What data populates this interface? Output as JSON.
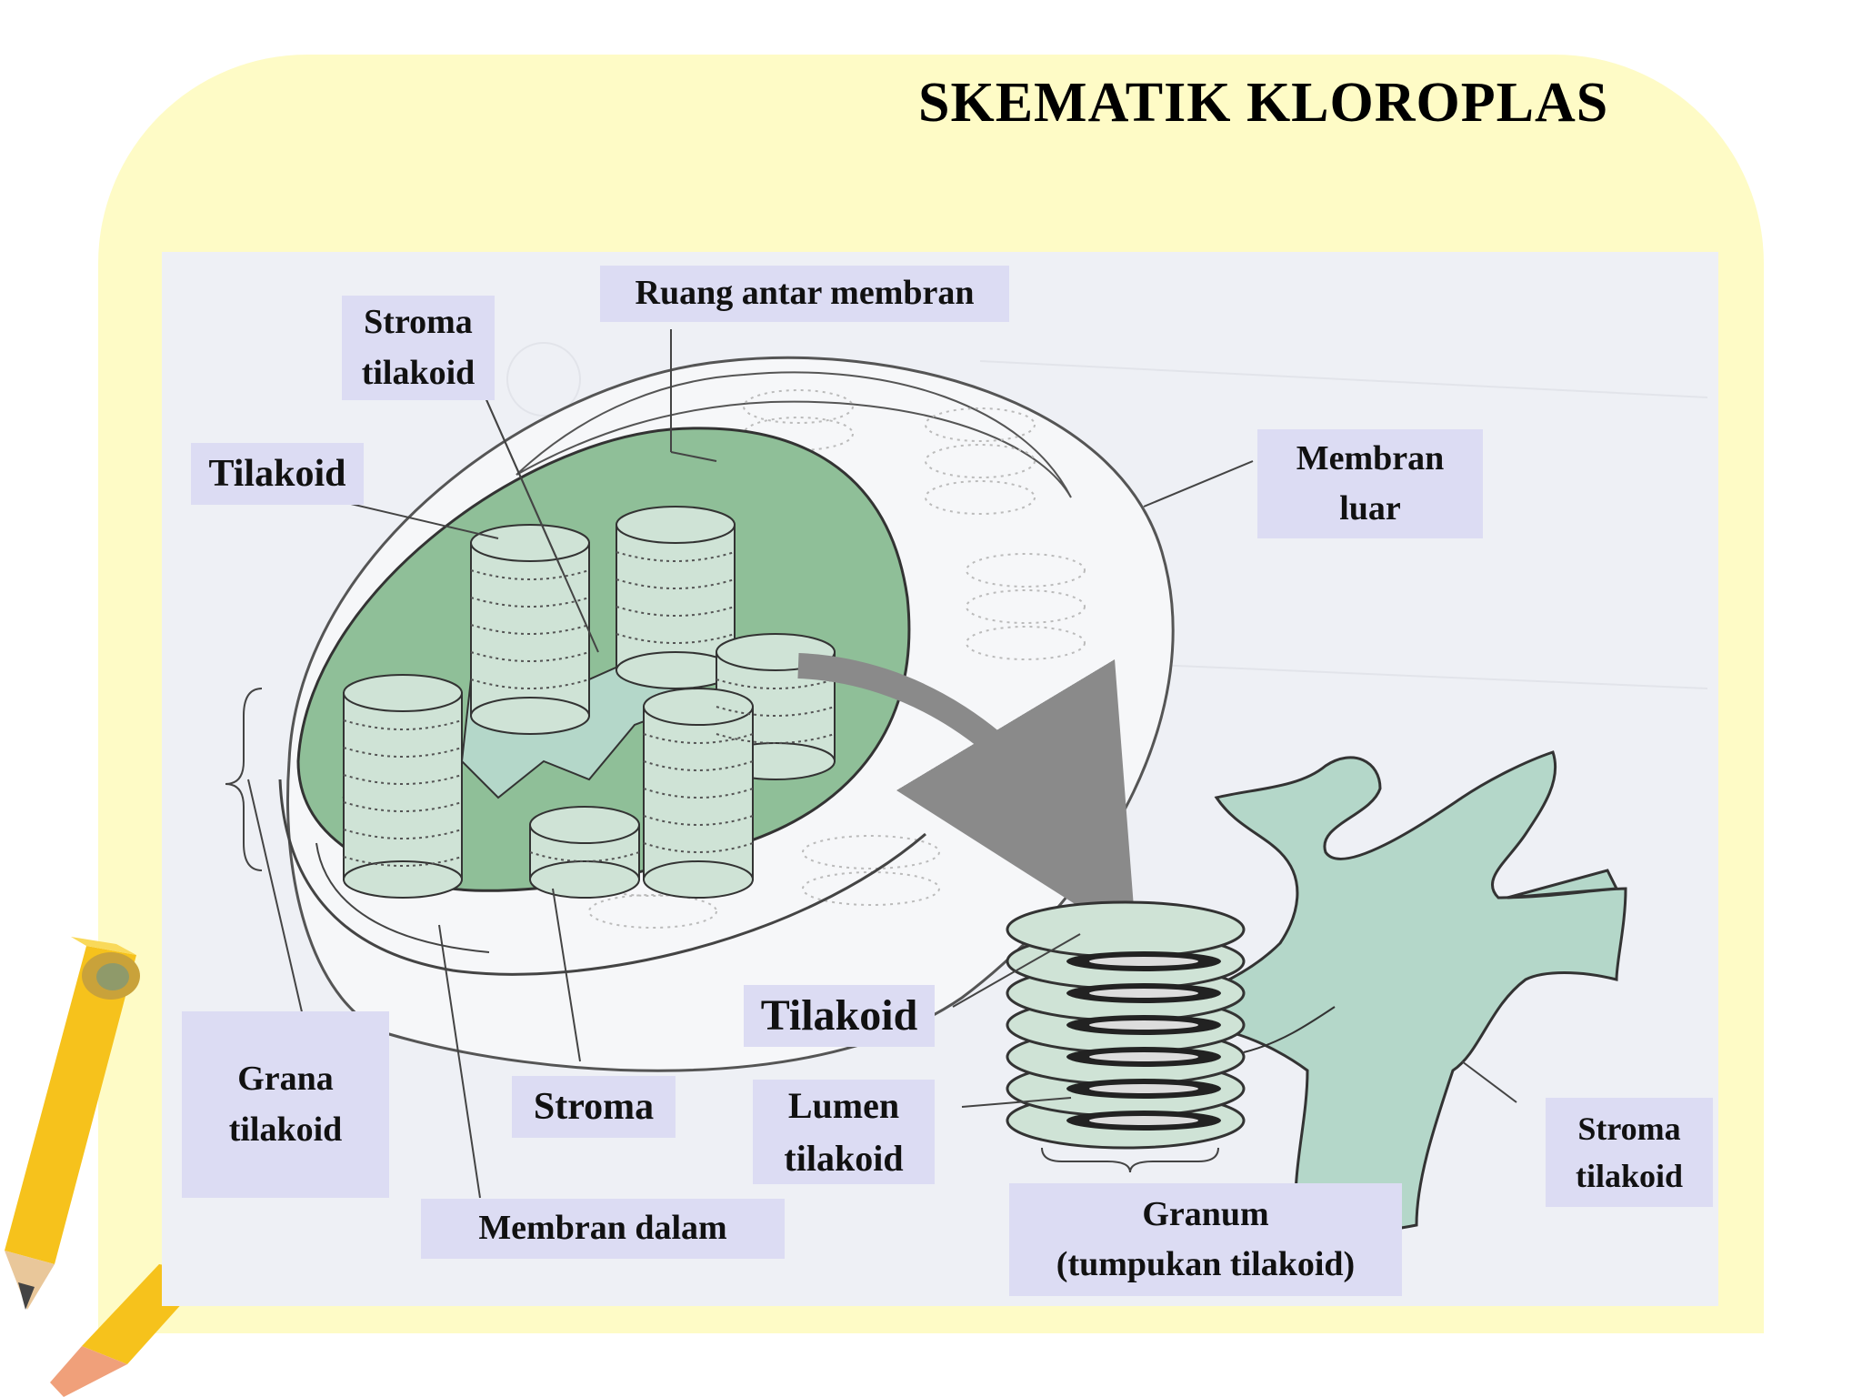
{
  "slide": {
    "title": "SKEMATIK KLOROPLAS",
    "background_color": "#fefbc6"
  },
  "labels": {
    "stroma_tilakoid_top": "Stroma\ntilakoid",
    "ruang_antar_membran": "Ruang antar membran",
    "tilakoid_left": "Tilakoid",
    "membran_luar": "Membran\nluar",
    "grana_tilakoid": "Grana\ntilakoid",
    "stroma": "Stroma",
    "membran_dalam": "Membran dalam",
    "tilakoid_right": "Tilakoid",
    "lumen_tilakoid": "Lumen\ntilakoid",
    "granum": "Granum\n(tumpukan tilakoid)",
    "stroma_tilakoid_right": "Stroma\ntilakoid"
  },
  "colors": {
    "stroma_green": "#8fbf98",
    "thylakoid_fill": "#cfe3d6",
    "stroma_lamella": "#b4d7c9",
    "label_bg": "#dcdcf3",
    "arrow": "#8a8a8a"
  }
}
